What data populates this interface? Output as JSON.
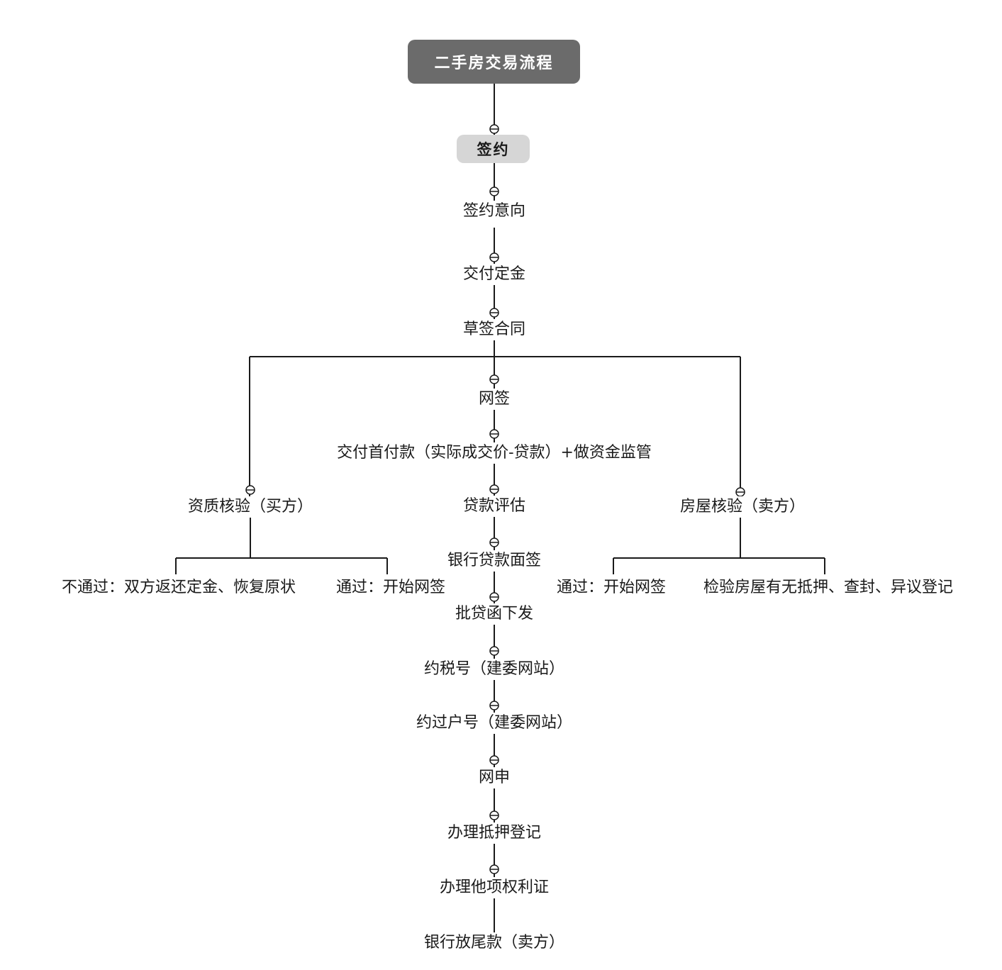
{
  "title": "二手房交易流程",
  "phase": "签约",
  "steps": {
    "intent": "签约意向",
    "deposit": "交付定金",
    "draft_contract": "草签合同",
    "online_sign": "网签",
    "down_payment": "交付首付款（实际成交价-贷款）+做资金监管",
    "loan_assessment": "贷款评估",
    "bank_interview": "银行贷款面签",
    "approval_letter": "批贷函下发",
    "tax_appointment": "约税号（建委网站）",
    "transfer_appointment": "约过户号（建委网站）",
    "online_application": "网申",
    "mortgage_registration": "办理抵押登记",
    "other_rights_cert": "办理他项权利证",
    "final_payment": "银行放尾款（卖方）"
  },
  "buyer_check": {
    "label": "资质核验（买方）",
    "fail": "不通过：双方返还定金、恢复原状",
    "pass": "通过：开始网签"
  },
  "seller_check": {
    "label": "房屋核验（卖方）",
    "pass": "通过：开始网签",
    "inspect": "检验房屋有无抵押、查封、异议登记"
  },
  "colors": {
    "line": "#1a1a1a",
    "root_fill": "#6b6b6b",
    "phase_fill": "#d6d6d6"
  }
}
